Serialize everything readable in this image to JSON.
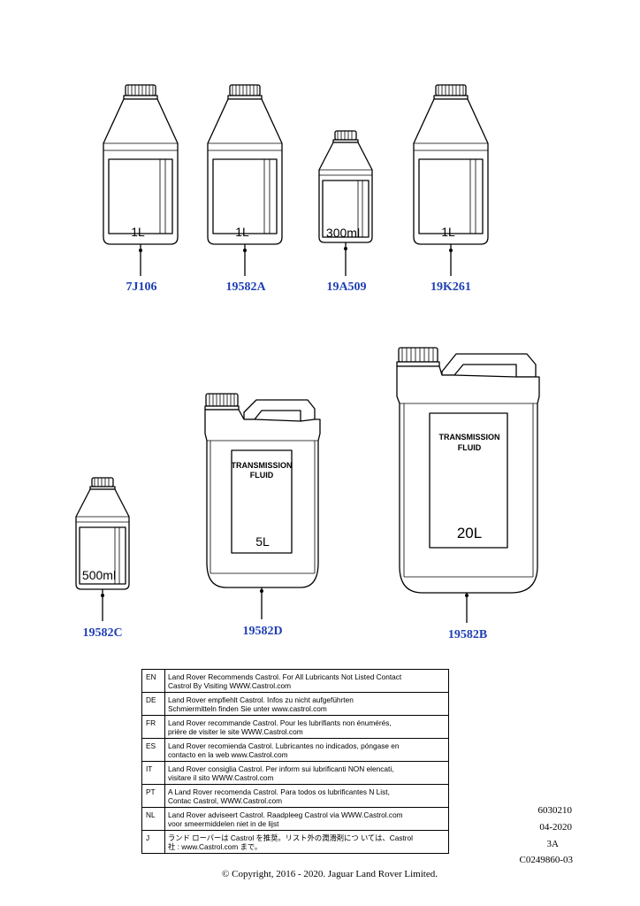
{
  "parts": [
    {
      "id": "7J106",
      "volume": "1L"
    },
    {
      "id": "19582A",
      "volume": "1L"
    },
    {
      "id": "19A509",
      "volume": "300ml"
    },
    {
      "id": "19K261",
      "volume": "1L"
    },
    {
      "id": "19582C",
      "volume": "500ml"
    },
    {
      "id": "19582D",
      "volume": "5L",
      "label_title": [
        "TRANSMISSION",
        "FLUID"
      ]
    },
    {
      "id": "19582B",
      "volume": "20L",
      "label_title": [
        "TRANSMISSION",
        "FLUID"
      ]
    }
  ],
  "language_table": [
    {
      "code": "EN",
      "lines": [
        "Land Rover Recommends Castrol.  For All Lubricants Not Listed Contact",
        "Castrol By Visiting WWW.Castrol.com"
      ]
    },
    {
      "code": "DE",
      "lines": [
        "Land Rover empfiehlt Castrol.  Infos zu nicht aufgeführten",
        "Schmiermitteln finden Sie unter www.castrol.com"
      ]
    },
    {
      "code": "FR",
      "lines": [
        "Land Rover recommande Castrol. Pour les lubrifiants non énumérés,",
        "prière de visiter le site WWW.Castrol.com"
      ]
    },
    {
      "code": "ES",
      "lines": [
        "Land Rover recomienda Castrol.  Lubricantes no indicados, póngase en",
        "contacto en la web www.Castrol.com"
      ]
    },
    {
      "code": "IT",
      "lines": [
        "Land Rover consiglia Castrol.  Per inform sui lubrificanti NON elencati,",
        "visitare il sito WWW.Castrol.com"
      ]
    },
    {
      "code": "PT",
      "lines": [
        "A Land Rover recomenda Castrol.  Para todos os lubrificantes N List,",
        "Contac Castrol, WWW.Castrol.com"
      ]
    },
    {
      "code": "NL",
      "lines": [
        "Land Rover adviseert Castrol.  Raadpleeg Castrol via WWW.Castrol.com",
        "voor smeermiddelen niet in de lijst"
      ]
    },
    {
      "code": "J",
      "lines": [
        "ランド ローバーは Castrol を推奨。リスト外の潤滑剤につ いては、Castrol",
        "社 : www.Castrol.com  まで。"
      ]
    }
  ],
  "reference": {
    "number": "6030210",
    "date": "04-2020",
    "revision": "3A",
    "code": "C0249860-03"
  },
  "copyright": "© Copyright, 2016 - 2020. Jaguar Land Rover Limited."
}
